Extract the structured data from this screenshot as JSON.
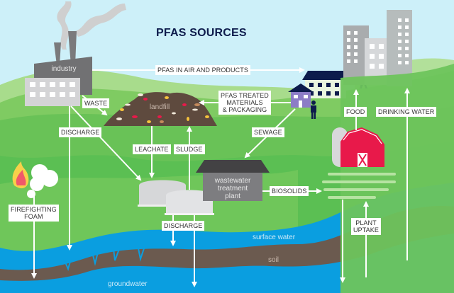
{
  "title": "PFAS SOURCES",
  "nodes": {
    "industry": "industry",
    "landfill": "landfill",
    "wastewater": [
      "wastewater",
      "treatment",
      "plant"
    ],
    "surface_water": "surface water",
    "soil": "soil",
    "groundwater": "groundwater"
  },
  "flow_labels": {
    "air_products": "PFAS IN AIR AND PRODUCTS",
    "treated_materials": [
      "PFAS TREATED",
      "MATERIALS",
      "& PACKAGING"
    ],
    "waste": "WASTE",
    "discharge_industry": "DISCHARGE",
    "leachate": "LEACHATE",
    "sludge": "SLUDGE",
    "sewage": "SEWAGE",
    "food": "FOOD",
    "drinking_water": "DRINKING WATER",
    "biosolids": "BIOSOLIDS",
    "discharge_plant": "DISCHARGE",
    "firefighting_foam": [
      "FIREFIGHTING",
      "FOAM"
    ],
    "plant_uptake": [
      "PLANT",
      "UPTAKE"
    ]
  },
  "colors": {
    "sky": "#cdf0f9",
    "title": "#0d1b4c",
    "grass_light": "#8fd16e",
    "grass": "#5bbf53",
    "water": "#0a9ee0",
    "soil": "#6b5a4f",
    "barn": "#e8194a",
    "house": "#8c7cc6",
    "navy": "#0d1b4c"
  }
}
